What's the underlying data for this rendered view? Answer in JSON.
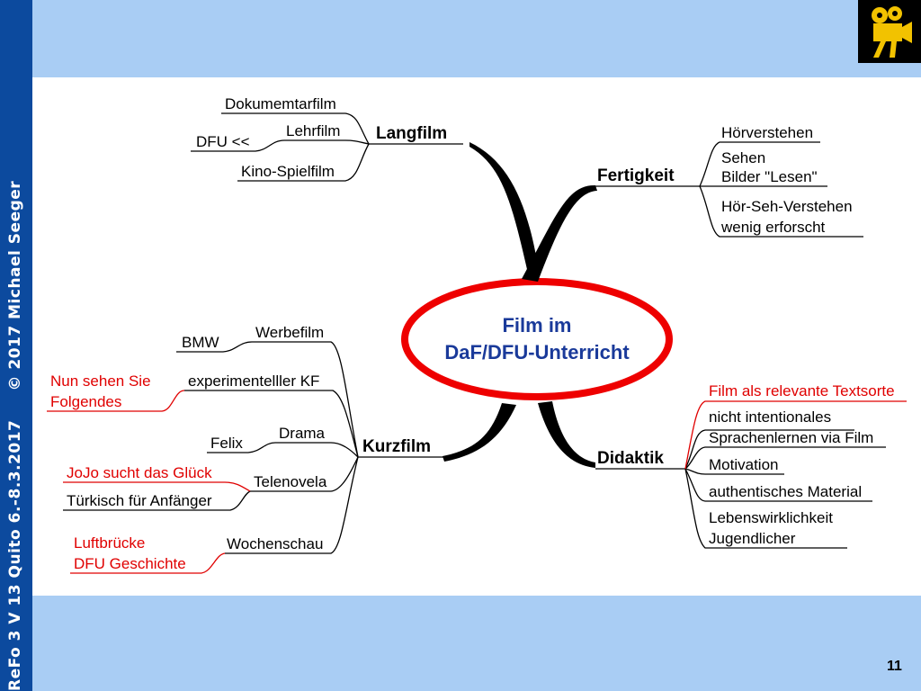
{
  "sidebar": {
    "text": "ReFo 3 V 13 Quito 6.-8.3.2017     © 2017 Michael Seeger"
  },
  "page_number": "11",
  "center": {
    "line1": "Film im",
    "line2": "DaF/DFU-Unterricht"
  },
  "langfilm": {
    "label": "Langfilm",
    "items": [
      "Dokumemtarfilm",
      "Lehrfilm",
      "Kino-Spielfilm"
    ],
    "sub": "DFU <<"
  },
  "fertigkeit": {
    "label": "Fertigkeit",
    "items": [
      "Hörverstehen",
      "Sehen",
      "Bilder \"Lesen\"",
      "Hör-Seh-Verstehen",
      "wenig erforscht"
    ]
  },
  "kurzfilm": {
    "label": "Kurzfilm",
    "items": [
      "Werbefilm",
      "experimentelller KF",
      "Drama",
      "Telenovela",
      "Wochenschau"
    ],
    "subs": [
      "BMW",
      "Nun sehen Sie",
      "Folgendes",
      "Felix",
      "JoJo sucht das Glück",
      "Türkisch für Anfänger",
      "Luftbrücke",
      "DFU Geschichte"
    ]
  },
  "didaktik": {
    "label": "Didaktik",
    "items": [
      "Film als relevante Textsorte",
      "nicht intentionales",
      "Sprachenlernen via Film",
      "Motivation",
      "authentisches Material",
      "Lebenswirklichkeit",
      "Jugendlicher"
    ]
  },
  "colors": {
    "sidebar": "#0c4a9e",
    "band": "#a9cdf4",
    "accent": "#e00000",
    "center_text": "#1a3a9a",
    "camera": "#f2c200"
  }
}
